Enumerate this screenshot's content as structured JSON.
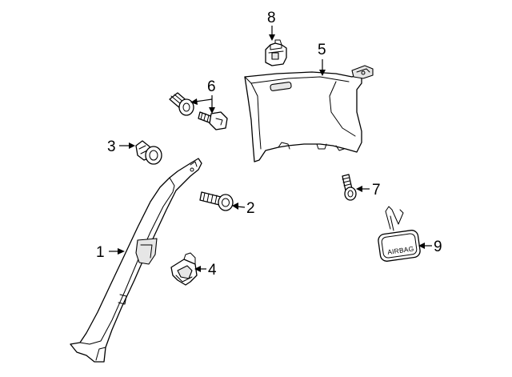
{
  "callouts": {
    "c1": "1",
    "c2": "2",
    "c3": "3",
    "c4": "4",
    "c5": "5",
    "c6": "6",
    "c7": "7",
    "c8": "8",
    "c9": "9"
  },
  "airbag_label": "AIRBAG"
}
